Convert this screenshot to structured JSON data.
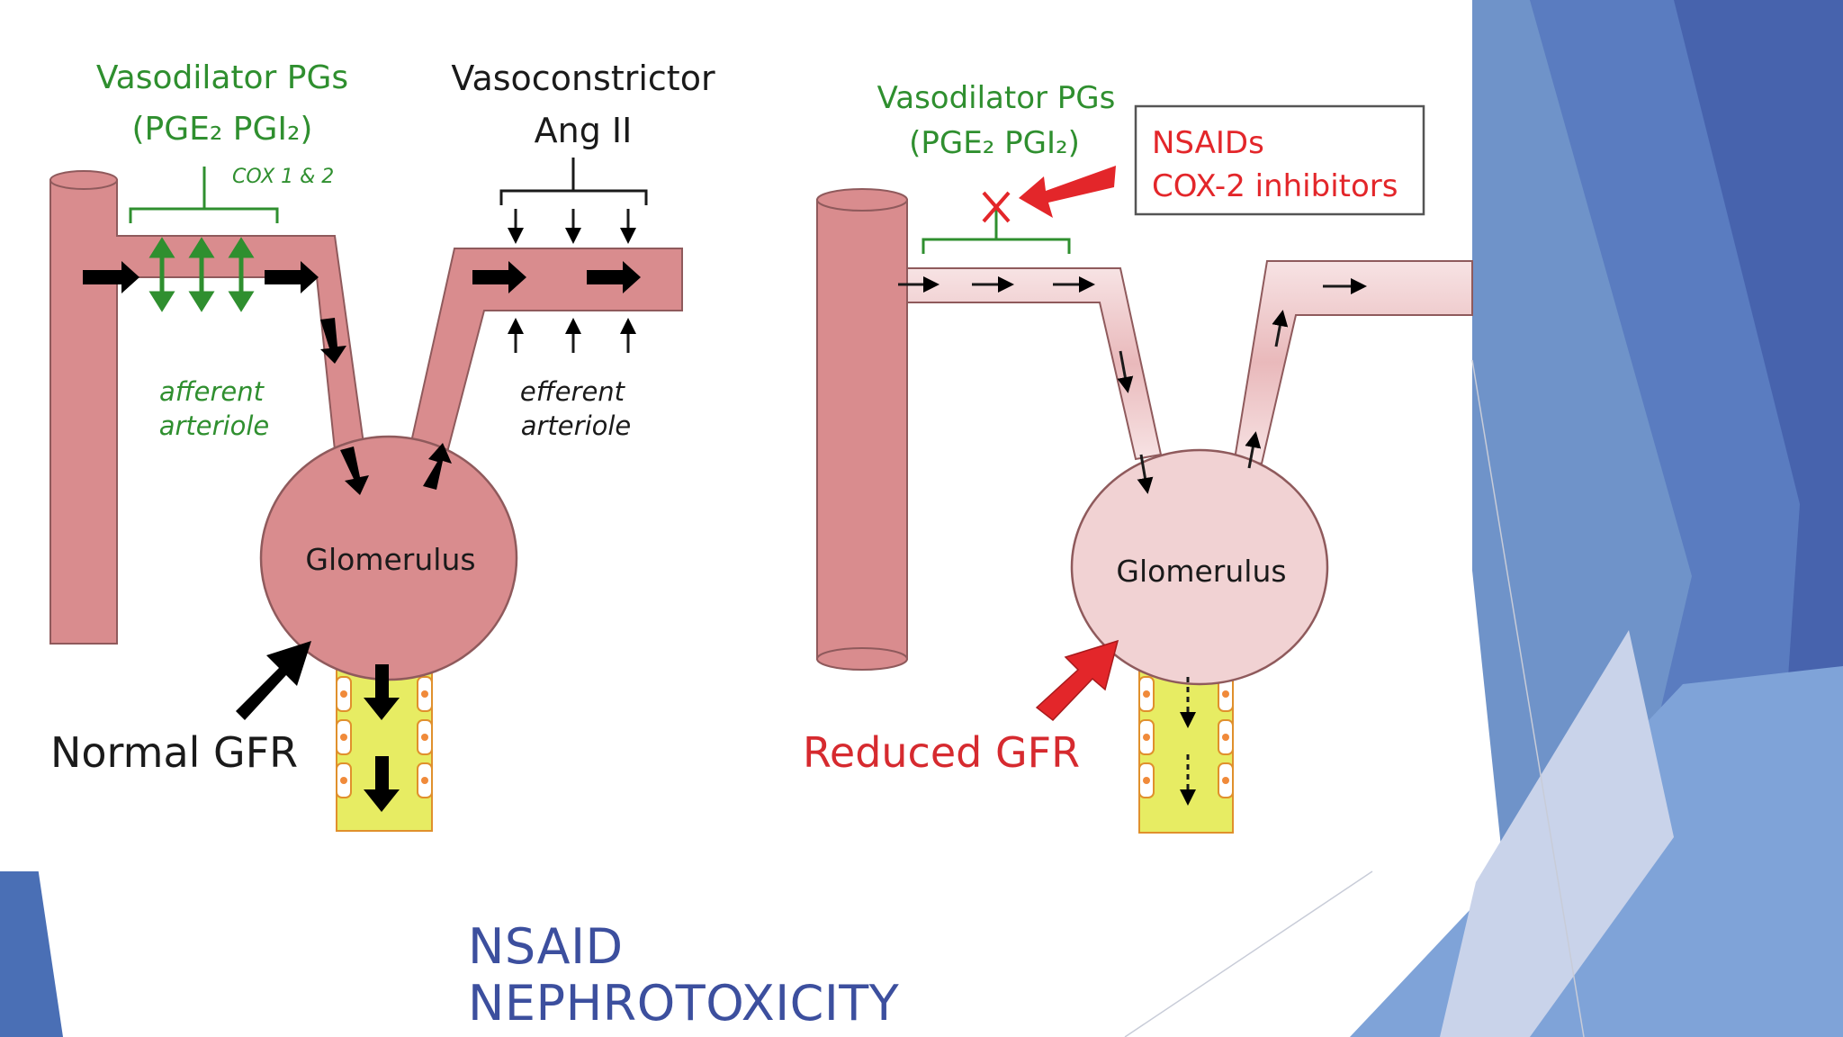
{
  "colors": {
    "vessel": "#d98c8e",
    "vessel_light": "#f1d2d3",
    "vessel_stroke": "#8f5a5c",
    "green": "#2f8f2f",
    "red": "#e3262a",
    "tubule": "#e7ec63",
    "tubule_cell": "#f08a3a",
    "title_blue": "#3c4f9e",
    "deco_blue": "#4a6fb5"
  },
  "left_panel": {
    "vasodilator_label": "Vasodilator PGs",
    "pg_formula": "(PGE₂ PGI₂)",
    "cox_label": "COX 1 & 2",
    "vasoconstrictor_label": "Vasoconstrictor",
    "ang_label": "Ang II",
    "afferent_line1": "afferent",
    "afferent_line2": "arteriole",
    "efferent_line1": "efferent",
    "efferent_line2": "arteriole",
    "glomerulus_label": "Glomerulus",
    "gfr_label": "Normal GFR"
  },
  "right_panel": {
    "vasodilator_label": "Vasodilator PGs",
    "pg_formula": "(PGE₂ PGI₂)",
    "nsaid_line1": "NSAIDs",
    "nsaid_line2": "COX-2 inhibitors",
    "glomerulus_label": "Glomerulus",
    "gfr_label": "Reduced GFR"
  },
  "slide_title": "NSAID NEPHROTOXICITY"
}
